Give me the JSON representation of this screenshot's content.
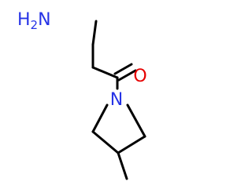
{
  "molecule": {
    "atoms": {
      "amine": {
        "symbol": "H",
        "subscript": "2",
        "element": "N",
        "color": "#2633e6"
      },
      "carbonyl_oxygen": {
        "symbol": "O",
        "color": "#e60000"
      },
      "ring_nitrogen": {
        "symbol": "N",
        "color": "#2633e6"
      }
    },
    "bond_color": "#000000",
    "background": "#ffffff"
  }
}
